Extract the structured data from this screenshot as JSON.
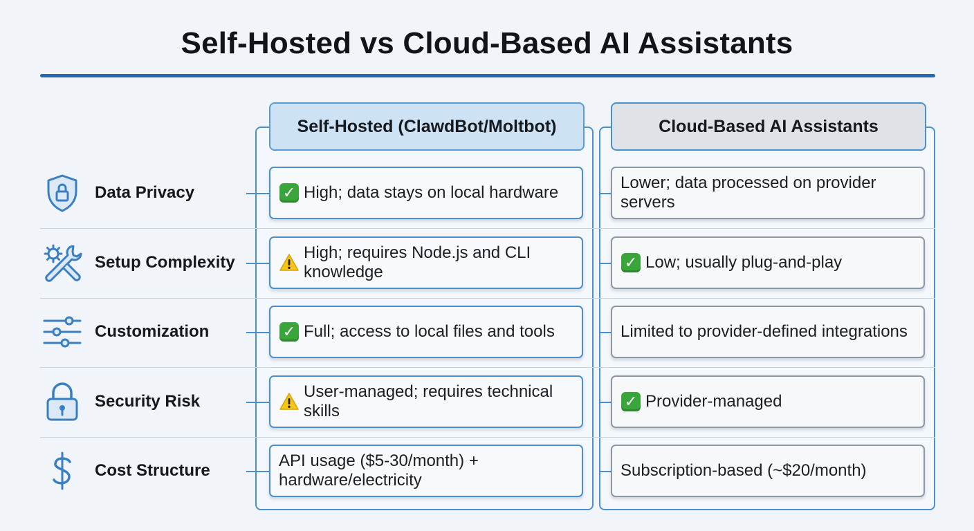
{
  "title": "Self-Hosted vs Cloud-Based AI Assistants",
  "columns": {
    "self_hosted": "Self-Hosted (ClawdBot/Moltbot)",
    "cloud": "Cloud-Based AI Assistants"
  },
  "rows": [
    {
      "label": "Data Privacy",
      "icon": "shield-lock-icon",
      "self": {
        "status": "check",
        "text": "High; data stays on local hardware"
      },
      "cloud": {
        "status": "none",
        "text": "Lower; data processed on provider servers"
      }
    },
    {
      "label": "Setup Complexity",
      "icon": "gear-wrench-icon",
      "self": {
        "status": "warning",
        "text": "High; requires Node.js and CLI knowledge"
      },
      "cloud": {
        "status": "check",
        "text": "Low; usually plug-and-play"
      }
    },
    {
      "label": "Customization",
      "icon": "sliders-icon",
      "self": {
        "status": "check",
        "text": "Full; access to local files and tools"
      },
      "cloud": {
        "status": "none",
        "text": "Limited to provider-defined integrations"
      }
    },
    {
      "label": "Security Risk",
      "icon": "padlock-icon",
      "self": {
        "status": "warning",
        "text": "User-managed; requires technical skills"
      },
      "cloud": {
        "status": "check",
        "text": "Provider-managed"
      }
    },
    {
      "label": "Cost Structure",
      "icon": "dollar-icon",
      "self": {
        "status": "none",
        "text": "API usage ($5-30/month) + hardware/electricity"
      },
      "cloud": {
        "status": "none",
        "text": "Subscription-based (~$20/month)"
      }
    }
  ],
  "colors": {
    "accent": "#1e6bb0",
    "border": "#4b8fcb",
    "check": "#3aa53a",
    "warning": "#f5c518"
  }
}
